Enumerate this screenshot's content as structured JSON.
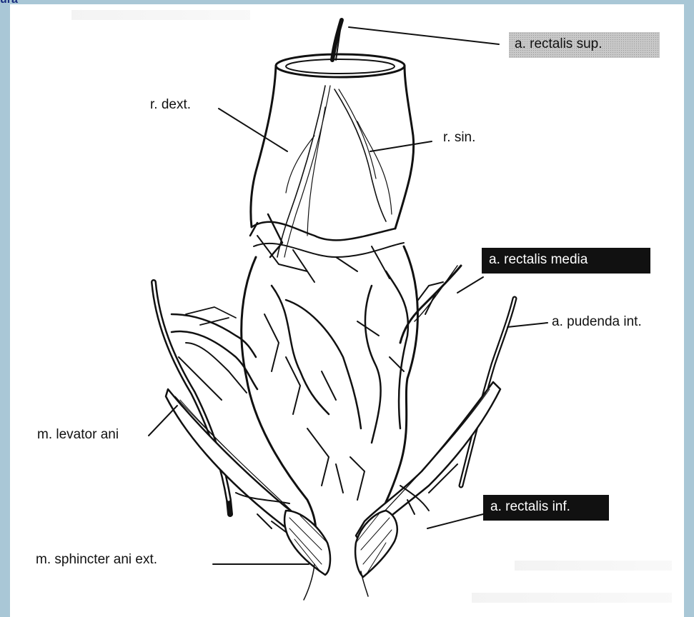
{
  "page": {
    "corner_text": "ura",
    "colors": {
      "frame": "#a9c7d6",
      "label_dark_bg": "#111111",
      "label_shade_bg": "#c8c8c8"
    }
  },
  "labels": {
    "rectalis_sup": "a. rectalis sup.",
    "r_dext": "r. dext.",
    "r_sin": "r. sin.",
    "rectalis_media": "a. rectalis media",
    "pudenda_int": "a. pudenda int.",
    "levator_ani": "m. levator ani",
    "rectalis_inf": "a. rectalis inf.",
    "sphincter_ani_ext": "m. sphincter ani ext."
  }
}
